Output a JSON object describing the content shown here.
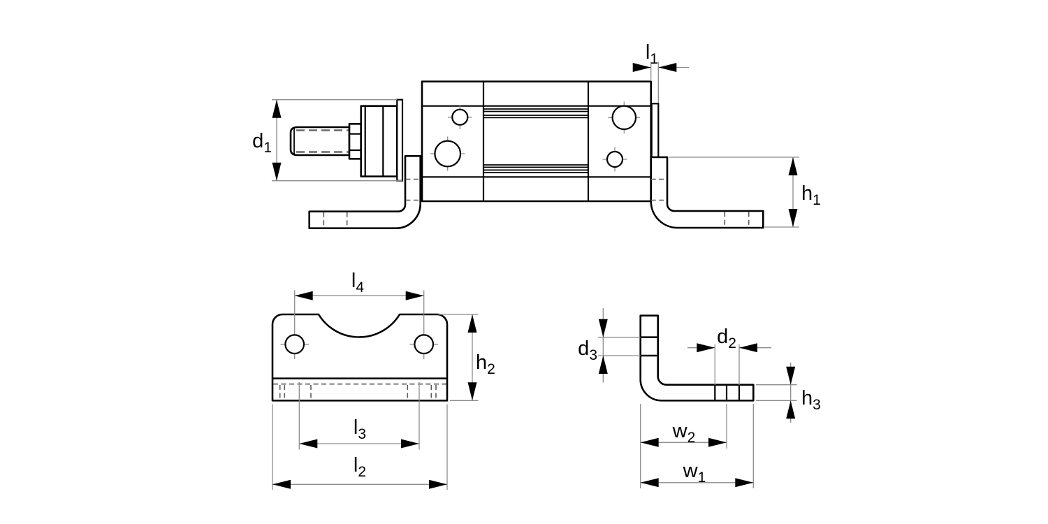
{
  "page": {
    "background": "#ffffff",
    "description": "Technical line drawing of a pneumatic cylinder with two foot mounting brackets: cylinder side view (top), bracket front view (bottom left), bracket L-profile view (bottom right), with dimension callouts"
  },
  "colors": {
    "outline": "#000000",
    "dimension_line": "#8c8c8c",
    "hidden_line": "#5a5a5a",
    "text": "#000000",
    "background": "#ffffff"
  },
  "dimensions": {
    "d1": {
      "base": "d",
      "sub": "1"
    },
    "l1": {
      "base": "l",
      "sub": "1"
    },
    "h1": {
      "base": "h",
      "sub": "1"
    },
    "l4": {
      "base": "l",
      "sub": "4"
    },
    "h2": {
      "base": "h",
      "sub": "2"
    },
    "l3": {
      "base": "l",
      "sub": "3"
    },
    "l2": {
      "base": "l",
      "sub": "2"
    },
    "d3": {
      "base": "d",
      "sub": "3"
    },
    "d2": {
      "base": "d",
      "sub": "2"
    },
    "h3": {
      "base": "h",
      "sub": "3"
    },
    "w2": {
      "base": "w",
      "sub": "2"
    },
    "w1": {
      "base": "w",
      "sub": "1"
    }
  }
}
